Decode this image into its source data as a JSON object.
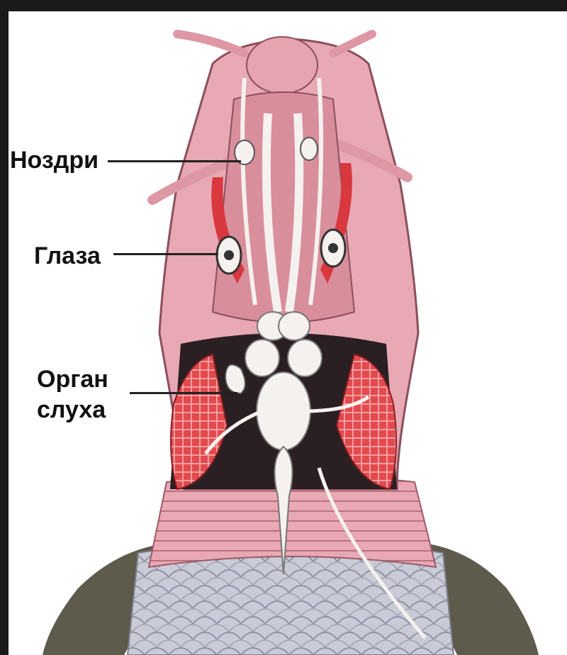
{
  "labels": {
    "nostrils": "Ноздри",
    "eyes": "Глаза",
    "hearing_organ_line1": "Орган",
    "hearing_organ_line2": "слуха"
  },
  "colors": {
    "skin": "#e8a8b4",
    "skin_dark": "#c97e8c",
    "muscle_red": "#d8383e",
    "nerve_white": "#f4f1ee",
    "scales": "#c9ccd6",
    "scale_lines": "#8f93a3",
    "fin": "#5e5a4c"
  }
}
